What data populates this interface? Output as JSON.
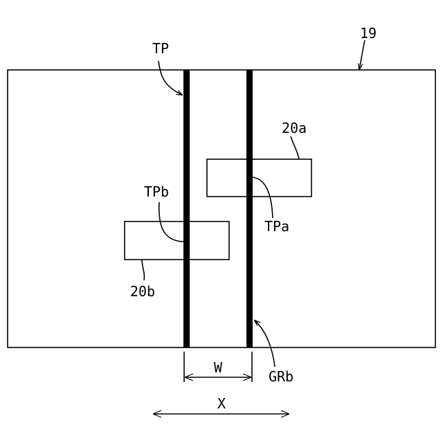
{
  "figure": {
    "labels": {
      "ref_19": "19",
      "tp": "TP",
      "ref_20a": "20a",
      "tpb": "TPb",
      "tpa": "TPa",
      "ref_20b": "20b",
      "grb": "GRb",
      "w": "W",
      "x": "X"
    }
  }
}
